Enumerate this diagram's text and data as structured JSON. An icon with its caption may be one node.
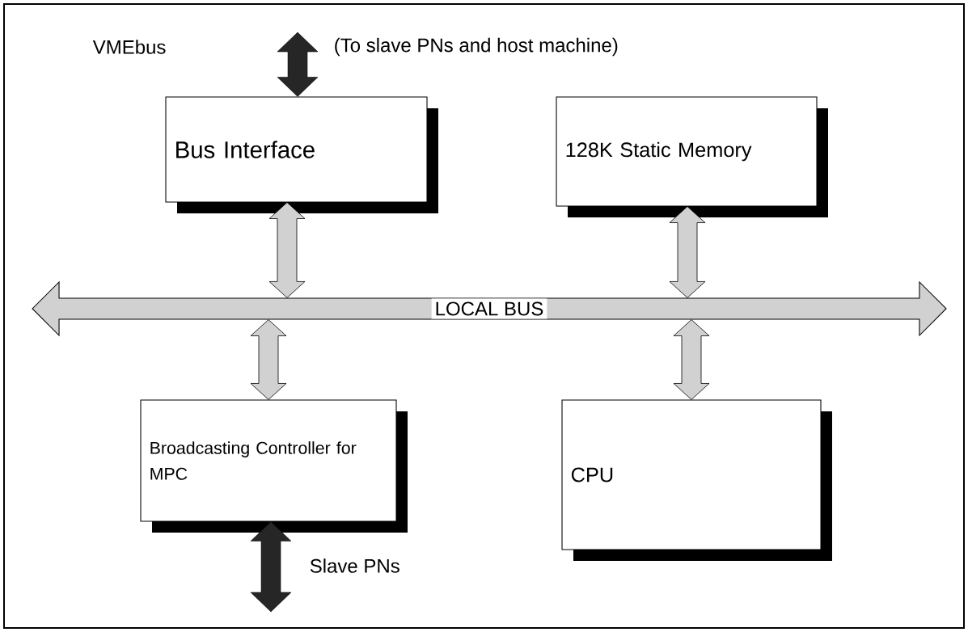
{
  "diagram": {
    "nodes": [
      {
        "text": [
          "Bus Interface"
        ]
      },
      {
        "text": [
          "128K Static Memory"
        ]
      },
      {
        "text": [
          "LOCAL BUS"
        ]
      },
      {
        "text": [
          "Broadcasting Controller for MPC"
        ]
      },
      {
        "text": [
          "CPU"
        ]
      }
    ],
    "edges": [
      {
        "from": null,
        "to": 0,
        "arrow": "both",
        "style": "thick"
      },
      {
        "from": 0,
        "to": 2,
        "arrow": "both"
      },
      {
        "from": 1,
        "to": 2,
        "arrow": "both"
      },
      {
        "from": 2,
        "to": 3,
        "arrow": "both"
      },
      {
        "from": 2,
        "to": 4,
        "arrow": "both"
      },
      {
        "from": 3,
        "to": null,
        "arrow": "both",
        "style": "thick"
      }
    ],
    "labels": [
      "VMEbus",
      "(To slave PNs and host machine)",
      "Slave PNs"
    ]
  }
}
